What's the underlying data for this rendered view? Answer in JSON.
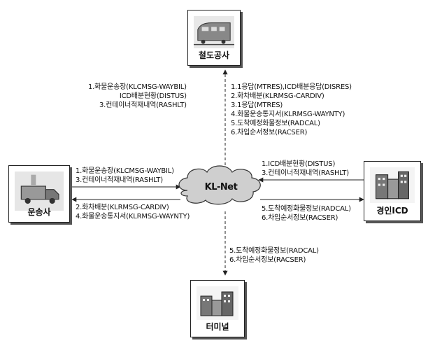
{
  "nodes": {
    "railroad": "철도공사",
    "carrier": "운송사",
    "icd": "경인ICD",
    "terminal": "터미널",
    "network": "KL-Net"
  },
  "messages": {
    "to_railroad": [
      "1.화물운송장(KLCMSG-WAYBIL)",
      "ICD배분현황(DISTUS)",
      "3.컨테이너적재내역(RASHLT)"
    ],
    "from_railroad": [
      "1.1응답(MTRES),ICD배분응답(DISRES)",
      "2.화차배분(KLRMSG-CARDIV)",
      "3.1응답(MTRES)",
      "4.화물운송통지서(KLRMSG-WAYNTY)",
      "5.도착예정화물정보(RADCAL)",
      "6.차입순서정보(RACSER)"
    ],
    "carrier_to_net": [
      "1.화물운송장(KLCMSG-WAYBIL)",
      "3.컨테이너적재내역(RASHLT)"
    ],
    "net_to_carrier": [
      "2.화차배분(KLRMSG-CARDIV)",
      "4.화물운송통지서(KLRMSG-WAYNTY)"
    ],
    "icd_to_net": [
      "1.ICD배분현황(DISTUS)",
      "3.컨테이너적재내역(RASHLT)"
    ],
    "net_to_icd": [
      "5.도착예정화물정보(RADCAL)",
      "6.차입순서정보(RACSER)"
    ],
    "net_to_terminal": [
      "5.도착예정화물정보(RADCAL)",
      "6.차입순서정보(RACSER)"
    ]
  }
}
